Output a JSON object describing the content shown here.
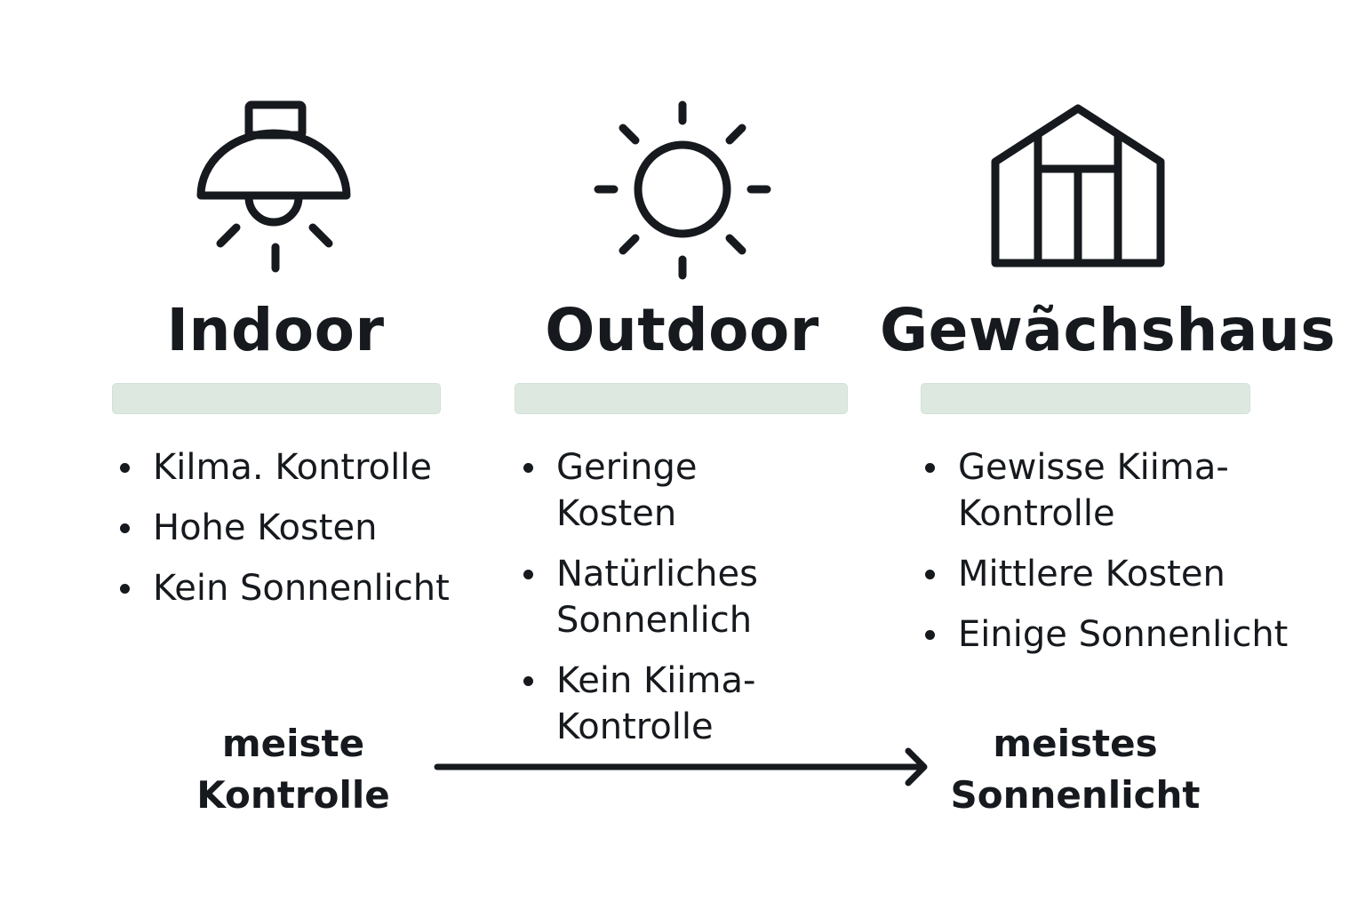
{
  "columns": [
    {
      "id": "indoor",
      "icon": "ceiling-lamp-icon",
      "title": "Indoor",
      "items": [
        "Kilma. Kontrolle",
        "Hohe Kosten",
        "Kein Sonnenlicht"
      ]
    },
    {
      "id": "outdoor",
      "icon": "sun-icon",
      "title": "Outdoor",
      "items": [
        "Geringe Kosten",
        "Natürliches Sonnenlich",
        "Kein Kiima-Kontrolle"
      ]
    },
    {
      "id": "greenhouse",
      "icon": "greenhouse-icon",
      "title": "Gewãchshaus",
      "items": [
        "Gewisse Kiima-Kontrolle",
        "Mittlere Kosten",
        "Einige Sonnenlicht"
      ]
    }
  ],
  "scale": {
    "left_label_line1": "meiste",
    "left_label_line2": "Kontrolle",
    "right_label_line1": "meistes",
    "right_label_line2": "Sonnenlicht",
    "arrow_icon": "arrow-right-icon"
  },
  "colors": {
    "text": "#16191d",
    "bar": "#dde9e0",
    "background": "#ffffff"
  }
}
